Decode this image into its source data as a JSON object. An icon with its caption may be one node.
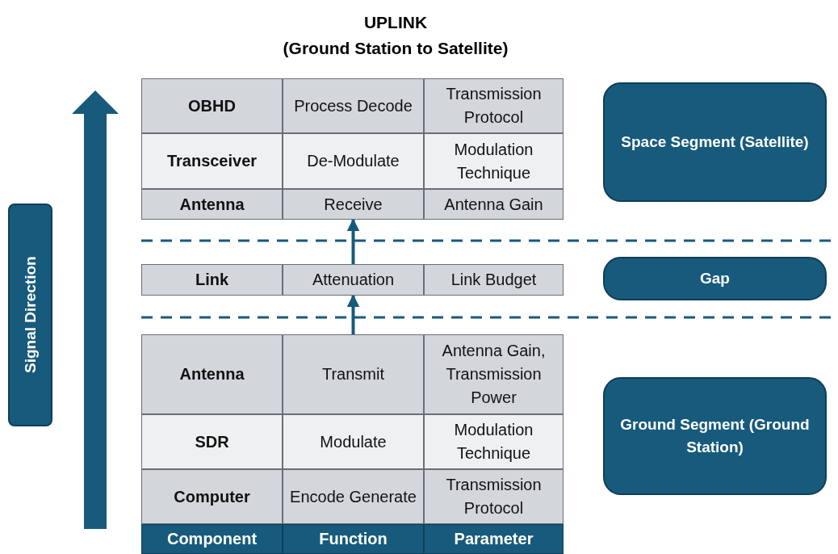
{
  "diagram": {
    "title": "UPLINK (Ground Station to Satellite)",
    "nodes": [
      {
        "text": [
          "OBHD"
        ]
      },
      {
        "text": [
          "Process Decode"
        ]
      },
      {
        "text": [
          "Transmission Protocol"
        ]
      },
      {
        "text": [
          "Transceiver"
        ]
      },
      {
        "text": [
          "De-Modulate"
        ]
      },
      {
        "text": [
          "Modulation Technique"
        ]
      },
      {
        "text": [
          "Antenna"
        ]
      },
      {
        "text": [
          "Receive"
        ]
      },
      {
        "text": [
          "Antenna Gain"
        ]
      },
      {
        "text": [
          "Link"
        ]
      },
      {
        "text": [
          "Attenuation"
        ]
      },
      {
        "text": [
          "Link Budget"
        ]
      },
      {
        "text": [
          "Antenna"
        ]
      },
      {
        "text": [
          "Transmit"
        ]
      },
      {
        "text": [
          "Antenna Gain, Transmission Power"
        ]
      },
      {
        "text": [
          "SDR"
        ]
      },
      {
        "text": [
          "Modulate"
        ]
      },
      {
        "text": [
          "Modulation Technique"
        ]
      },
      {
        "text": [
          "Computer"
        ]
      },
      {
        "text": [
          "Encode Generate"
        ]
      },
      {
        "text": [
          "Transmission Protocol"
        ]
      },
      {
        "text": [
          "Component"
        ]
      },
      {
        "text": [
          "Function"
        ]
      },
      {
        "text": [
          "Parameter"
        ]
      },
      {
        "text": [
          "Space Segment (Satellite)"
        ]
      },
      {
        "text": [
          "Gap"
        ]
      },
      {
        "text": [
          "Ground Segment (Ground Station)"
        ]
      },
      {
        "text": [
          "Signal Direction"
        ]
      }
    ],
    "edges": [
      {
        "from": 13,
        "to": 10,
        "arrow": "to"
      },
      {
        "from": 10,
        "to": 7,
        "arrow": "to"
      }
    ]
  }
}
